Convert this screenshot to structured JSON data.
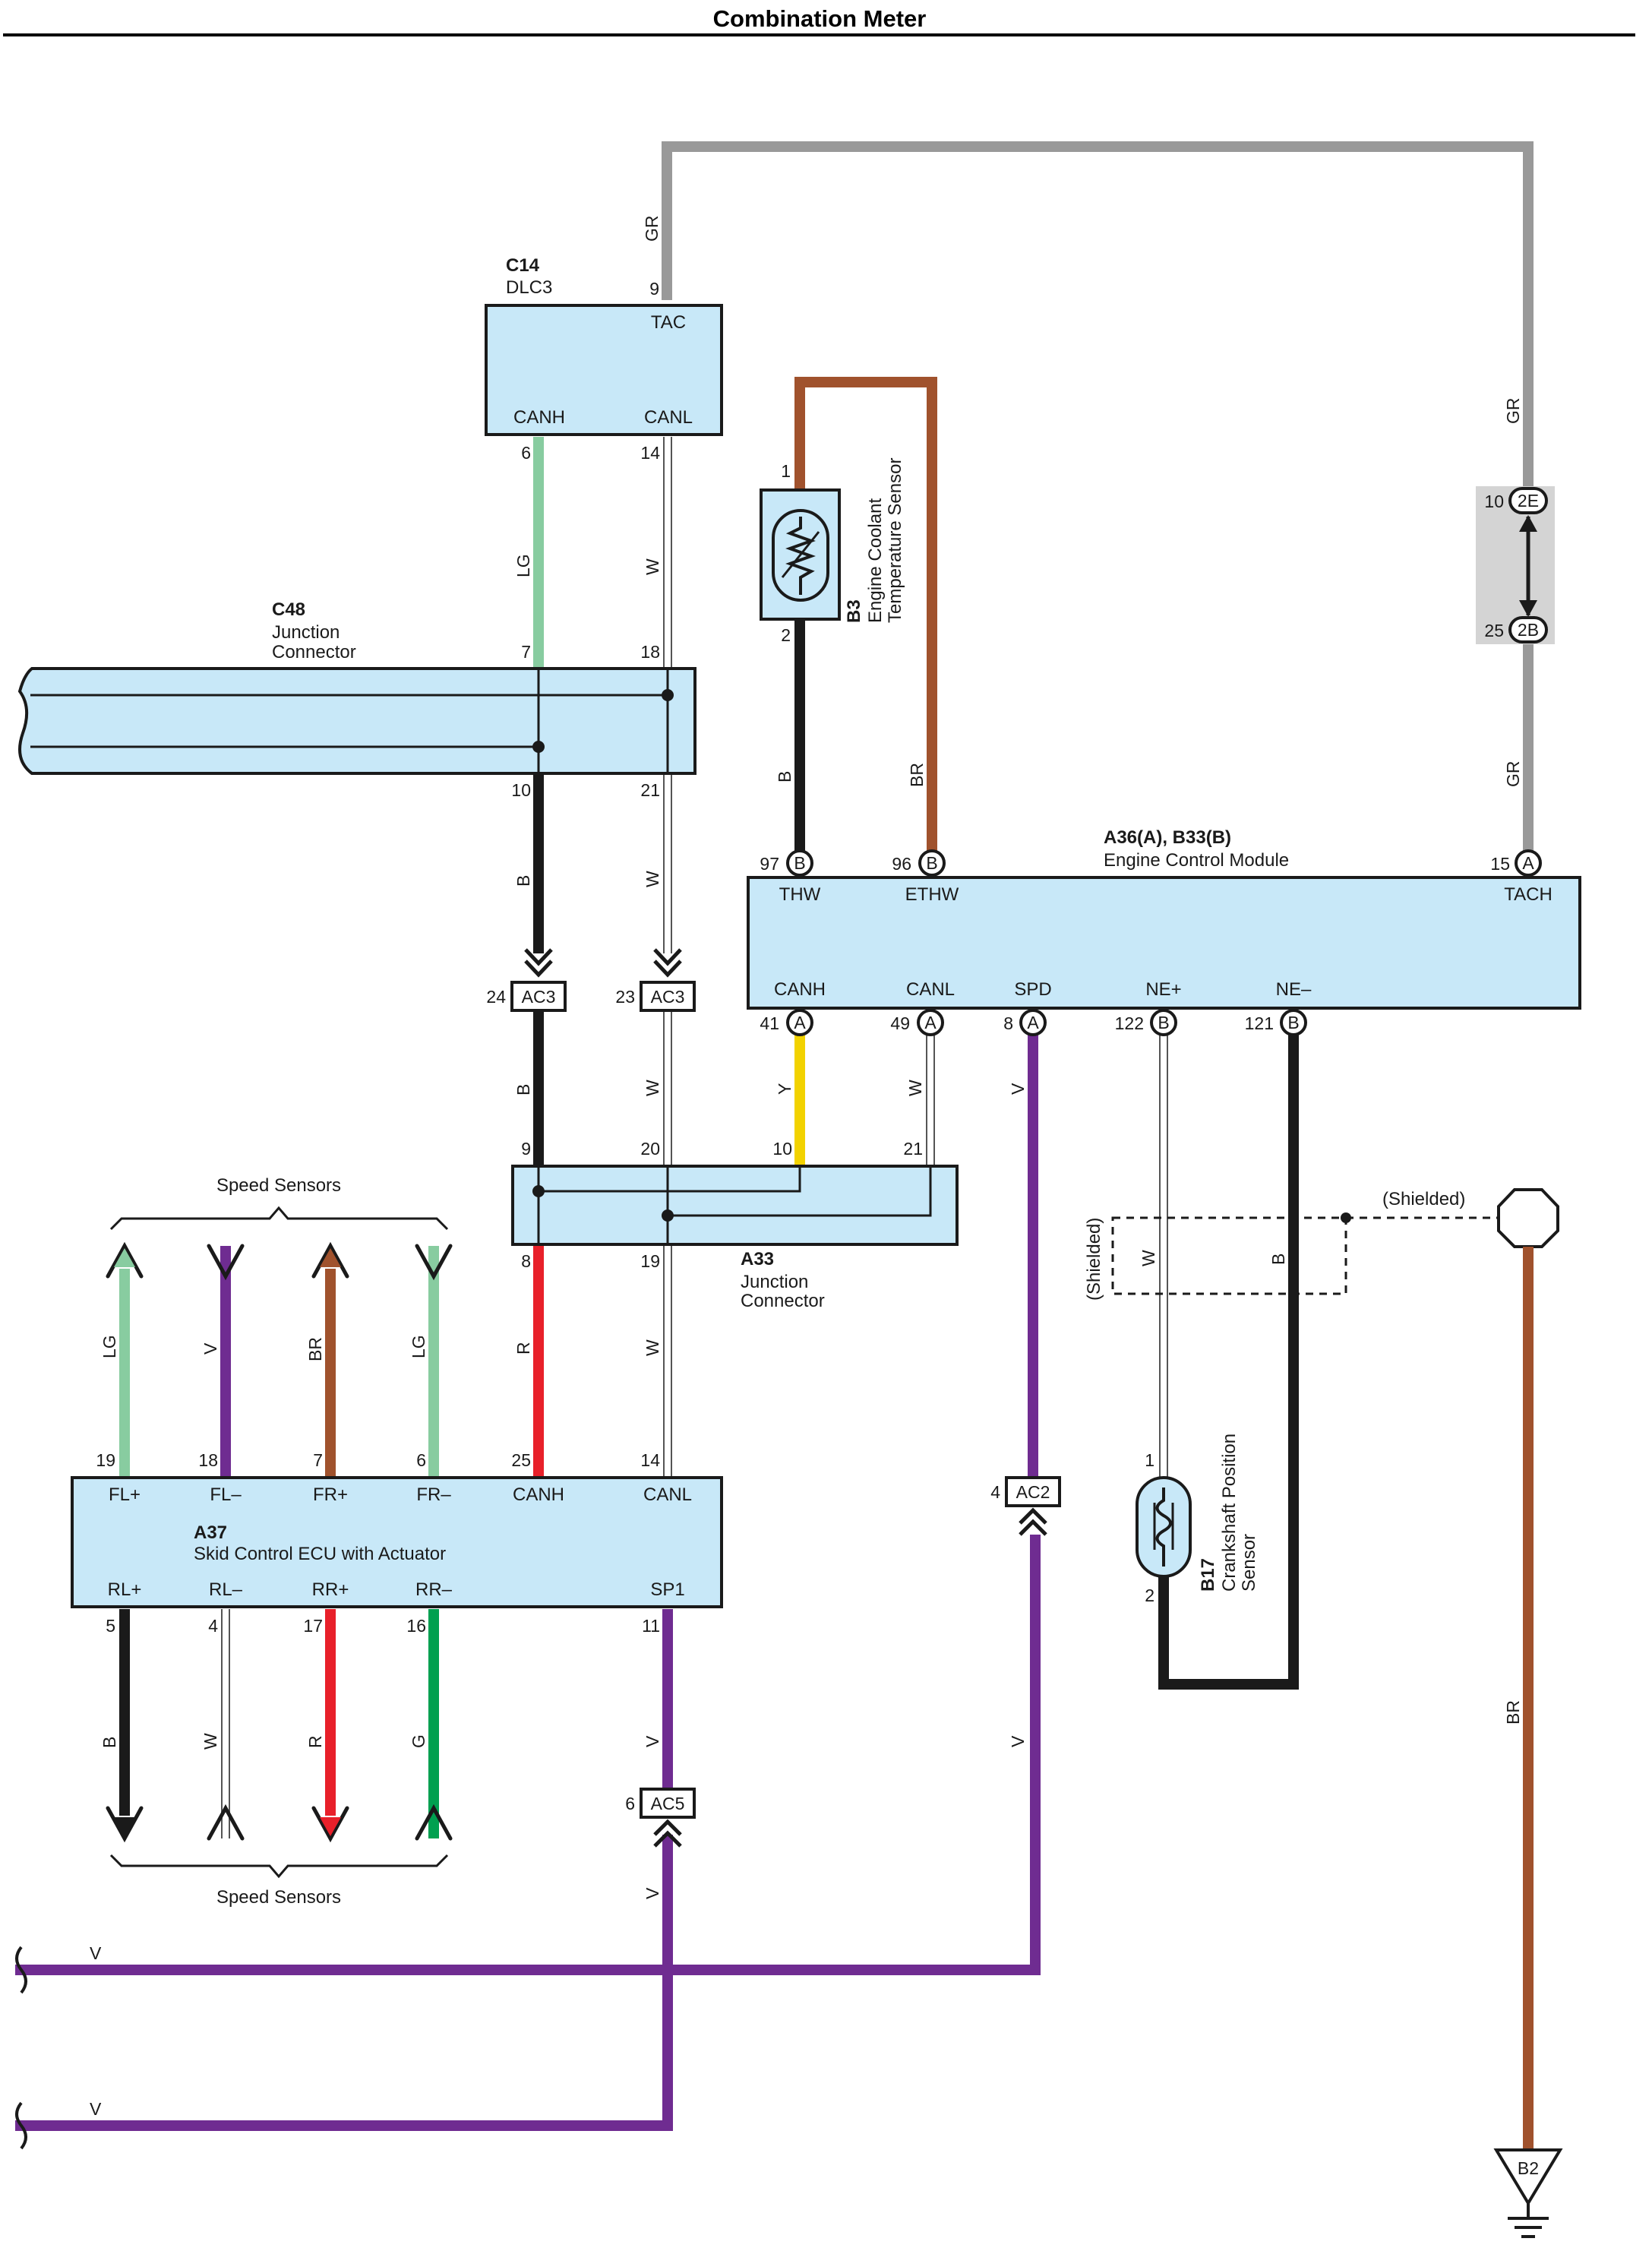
{
  "title": "Combination Meter",
  "components": {
    "c14": {
      "code": "C14",
      "name": "DLC3",
      "pins": {
        "tac": "TAC",
        "canh": "CANH",
        "canl": "CANL"
      }
    },
    "c48": {
      "code": "C48",
      "name_line1": "Junction",
      "name_line2": "Connector"
    },
    "b3": {
      "code": "B3",
      "name_line1": "Engine Coolant",
      "name_line2": "Temperature Sensor"
    },
    "ecm": {
      "code": "A36(A), B33(B)",
      "name": "Engine Control Module",
      "pins": {
        "thw": "THW",
        "ethw": "ETHW",
        "tach": "TACH",
        "canh": "CANH",
        "canl": "CANL",
        "spd": "SPD",
        "nep": "NE+",
        "nem": "NE–"
      }
    },
    "a33": {
      "code": "A33",
      "name_line1": "Junction",
      "name_line2": "Connector"
    },
    "a37": {
      "code": "A37",
      "name": "Skid Control ECU with Actuator",
      "pins": {
        "flp": "FL+",
        "flm": "FL–",
        "frp": "FR+",
        "frm": "FR–",
        "canh": "CANH",
        "canl": "CANL",
        "rlp": "RL+",
        "rlm": "RL–",
        "rrp": "RR+",
        "rrm": "RR–",
        "sp1": "SP1"
      }
    },
    "b17": {
      "code": "B17",
      "name_line1": "Crankshaft Position",
      "name_line2": "Sensor"
    },
    "b2": {
      "code": "B2"
    }
  },
  "labels": {
    "speed_sensors_top": "Speed Sensors",
    "speed_sensors_bottom": "Speed Sensors",
    "shielded_right": "(Shielded)",
    "shielded_left": "(Shielded)"
  },
  "connectors": {
    "ac3a": "AC3",
    "ac3b": "AC3",
    "ac2": "AC2",
    "ac5": "AC5",
    "c2e": "2E",
    "c2b": "2B",
    "ecmA_15": "A",
    "ecmB_97": "B",
    "ecmB_96": "B",
    "ecmA_41": "A",
    "ecmA_49": "A",
    "ecmA_8": "A",
    "ecmB_122": "B",
    "ecmB_121": "B"
  },
  "pin_numbers": {
    "c14_9": "9",
    "c14_6": "6",
    "c14_14": "14",
    "c48_7": "7",
    "c48_18": "18",
    "c48_10": "10",
    "c48_21": "21",
    "ac3_24": "24",
    "ac3_23": "23",
    "a33_9": "9",
    "a33_20": "20",
    "a33_10": "10",
    "a33_21": "21",
    "a33_8": "8",
    "a33_19": "19",
    "b3_1": "1",
    "b3_2": "2",
    "ecm_97": "97",
    "ecm_96": "96",
    "ecm_15": "15",
    "ecm_41": "41",
    "ecm_49": "49",
    "ecm_8": "8",
    "ecm_122": "122",
    "ecm_121": "121",
    "j_10": "10",
    "j_25": "25",
    "a37_19": "19",
    "a37_18": "18",
    "a37_7": "7",
    "a37_6": "6",
    "a37_25": "25",
    "a37_14": "14",
    "a37_5": "5",
    "a37_4": "4",
    "a37_17": "17",
    "a37_16": "16",
    "a37_11": "11",
    "ac2_4": "4",
    "ac5_6": "6",
    "b17_1": "1",
    "b17_2": "2"
  },
  "wire_labels": {
    "gr_top": "GR",
    "gr_right1": "GR",
    "gr_right2": "GR",
    "lg_c14": "LG",
    "w_c14": "W",
    "b_c48": "B",
    "w_c48": "W",
    "b_ac3": "B",
    "w_ac3": "W",
    "b_b3": "B",
    "br_b3": "BR",
    "y_ecm": "Y",
    "w_ecm": "W",
    "v_ecm": "V",
    "r_a33": "R",
    "w_a33": "W",
    "lg_fl": "LG",
    "v_fl": "V",
    "br_fr": "BR",
    "lg_fr": "LG",
    "b_rl": "B",
    "w_rl": "W",
    "r_rr": "R",
    "g_rr": "G",
    "v_sp1": "V",
    "v_ac5": "V",
    "v_ac2": "V",
    "w_b17": "W",
    "b_b17": "B",
    "br_b2": "BR",
    "v_bus1": "V",
    "v_bus2": "V"
  },
  "wire_colors": {
    "GR": "#999999",
    "LG": "#88cca0",
    "W": "#ffffff",
    "B": "#1a1a1a",
    "BR": "#a0522d",
    "Y": "#f2d200",
    "V": "#6f2c91",
    "R": "#e8202a",
    "G": "#00a050"
  }
}
